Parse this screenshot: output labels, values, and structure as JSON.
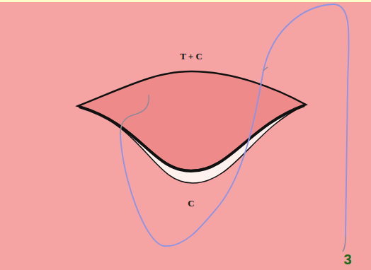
{
  "diagram": {
    "labels": [
      "T + C",
      "C",
      "3"
    ]
  }
}
